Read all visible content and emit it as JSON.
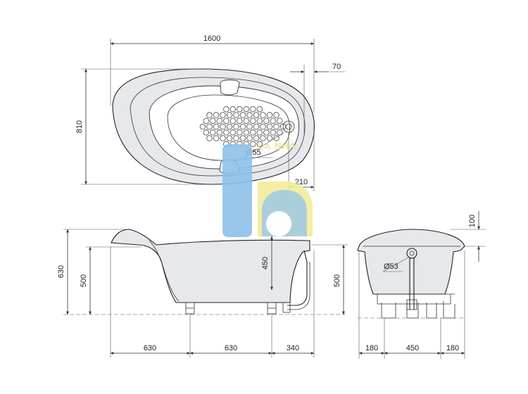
{
  "top_view": {
    "length": "1600",
    "width": "810",
    "edge_offset": "70",
    "drain_diameter": "Ø55",
    "drain_offset": "210"
  },
  "side_view": {
    "total_height": "630",
    "rim_height": "500",
    "drain_height": "450",
    "end_height": "500",
    "spacing_1": "630",
    "spacing_2": "630",
    "spacing_3": "340"
  },
  "end_view": {
    "rim_thickness": "100",
    "overflow_diameter": "Ø53",
    "left_offset": "180",
    "feet_spacing": "450",
    "right_offset": "180"
  },
  "watermark": {
    "text": "LẠ NHÀ",
    "blue": "#8ec1ea",
    "yellow": "#f3ec9a"
  }
}
